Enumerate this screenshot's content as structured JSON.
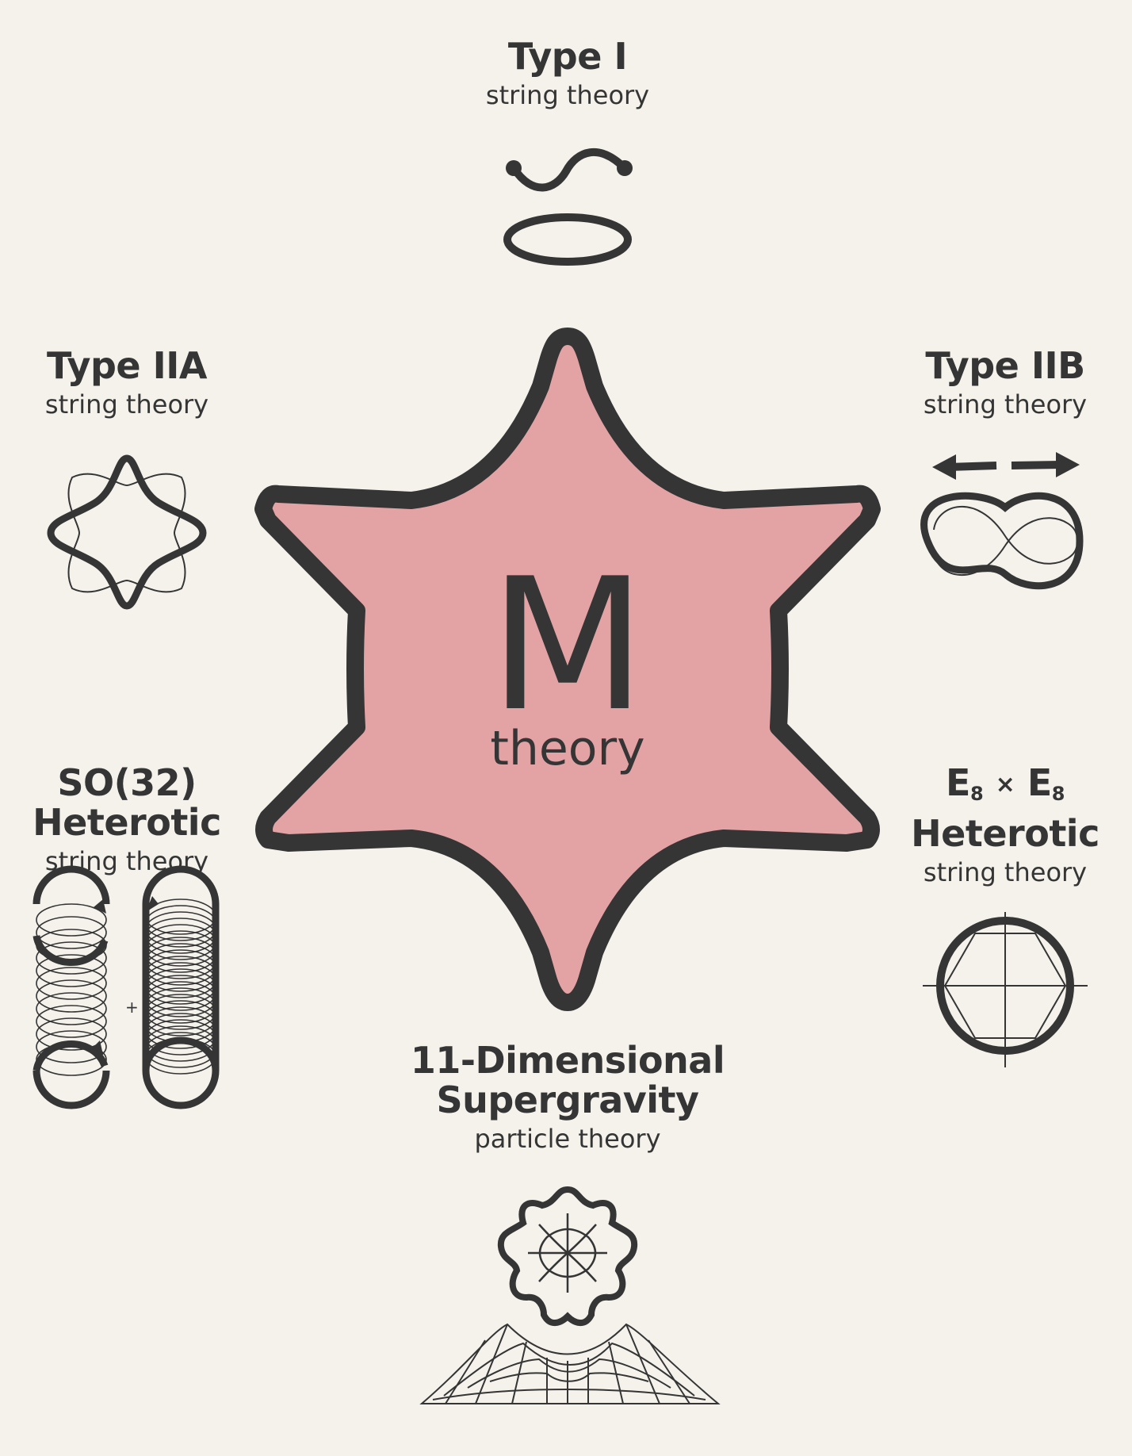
{
  "center": {
    "letter": "M",
    "word": "theory"
  },
  "theories": {
    "type1": {
      "title": "Type I",
      "subtitle": "string theory"
    },
    "type2a": {
      "title": "Type IIA",
      "subtitle": "string theory"
    },
    "type2b": {
      "title": "Type IIB",
      "subtitle": "string theory"
    },
    "so32": {
      "title_line1": "SO(32)",
      "title_line2": "Heterotic",
      "subtitle": "string theory"
    },
    "e8": {
      "base": "E",
      "subscript": "8",
      "times": "×",
      "title_line2": "Heterotic",
      "subtitle": "string theory"
    },
    "sugra": {
      "title_line1": "11-Dimensional",
      "title_line2": "Supergravity",
      "subtitle": "particle theory"
    }
  },
  "icons": {
    "type1": "open-and-closed-string-icon",
    "type2a": "wavy-closed-string-icon",
    "type2b": "figure-eight-string-icon",
    "so32": "coiled-spring-string-icon",
    "e8": "hexagon-in-circle-icon",
    "sugra": "membrane-on-spacetime-grid-icon"
  },
  "colors": {
    "background": "#f5f2ec",
    "ink": "#353535",
    "star_fill": "#e3a3a5"
  }
}
